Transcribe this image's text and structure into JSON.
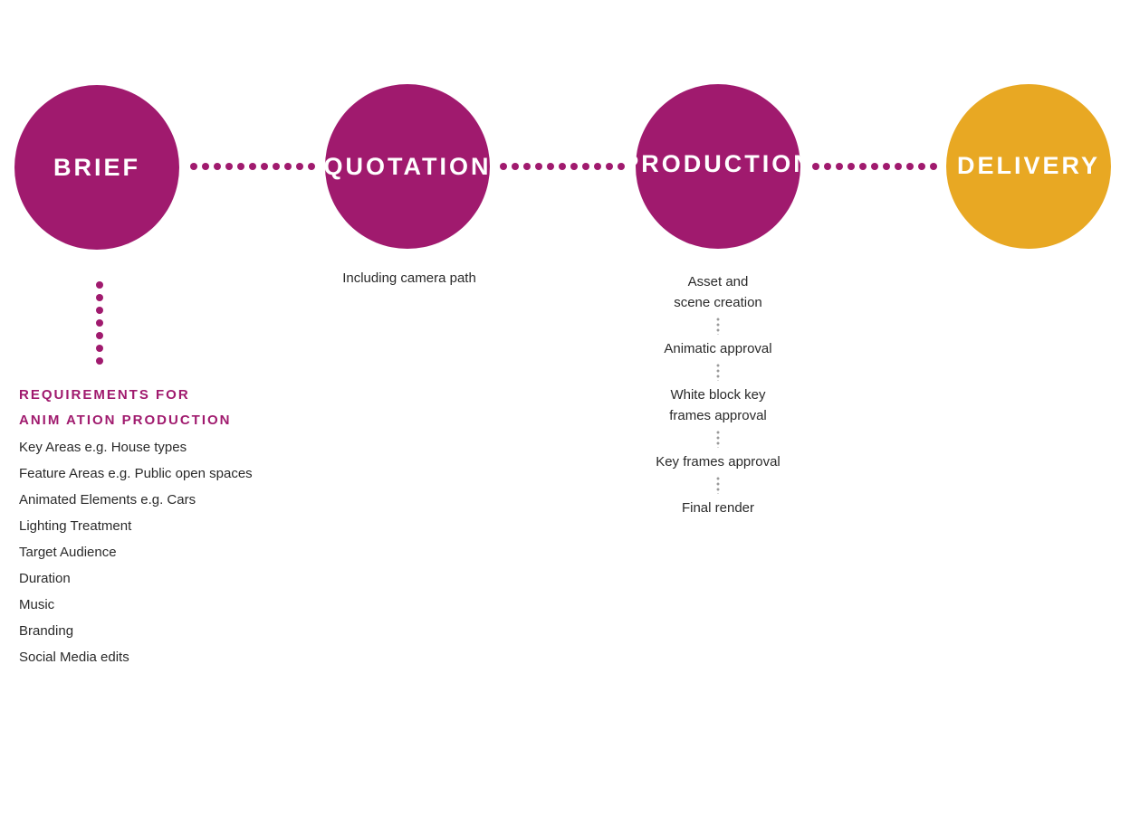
{
  "stages": {
    "brief": "BRIEF",
    "quotation": "QUOTATION",
    "production": "PRODUCTION",
    "delivery": "DELIVERY"
  },
  "colors": {
    "primary": "#a01a6e",
    "accent": "#e8a823"
  },
  "brief_details": {
    "title_line1": "REQUIREMENTS FOR",
    "title_line2": "ANIM ATION PRODUCTION",
    "items": [
      "Key Areas e.g. House types",
      "Feature Areas e.g. Public open spaces",
      "Animated Elements e.g. Cars",
      "Lighting Treatment",
      "Target Audience",
      "Duration",
      "Music",
      "Branding",
      "Social Media edits"
    ]
  },
  "quotation_note": "Including camera path",
  "production_steps": [
    "Asset and scene creation",
    "Animatic approval",
    "White block key frames approval",
    "Key frames approval",
    "Final render"
  ]
}
